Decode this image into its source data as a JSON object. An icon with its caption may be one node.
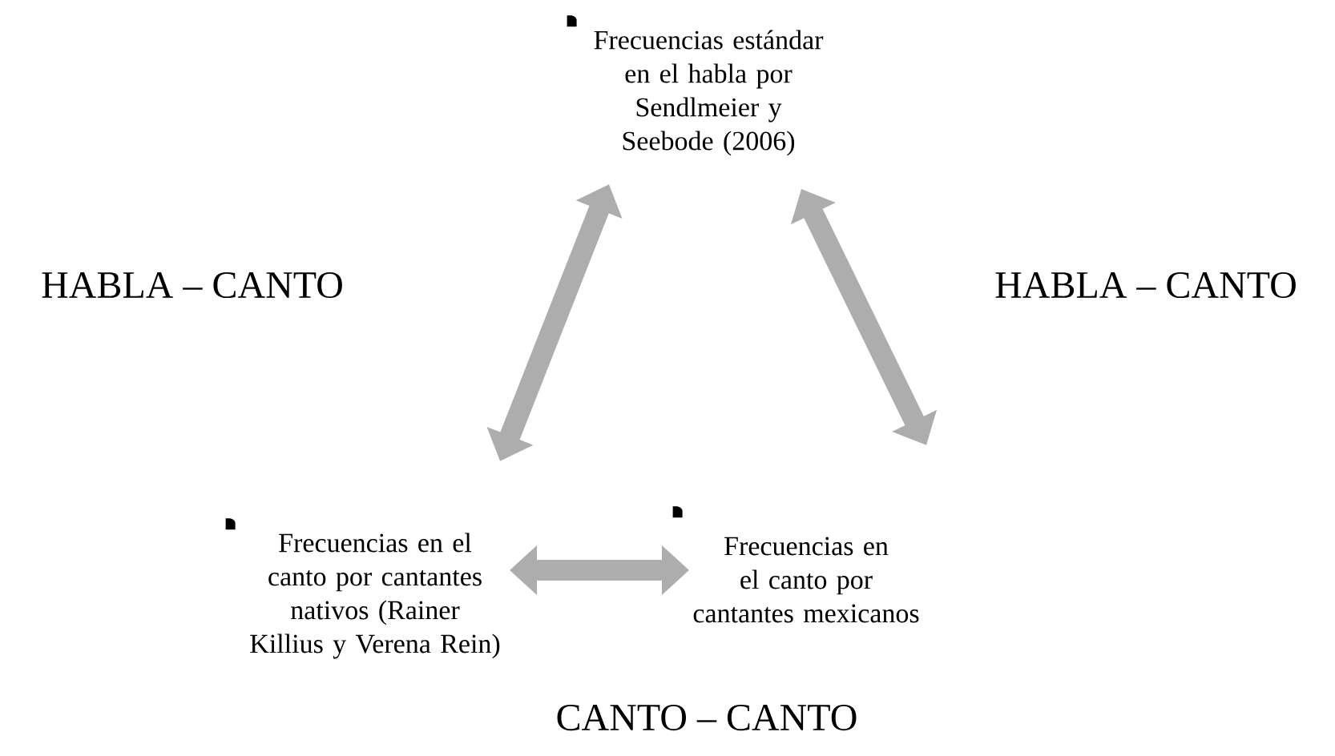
{
  "diagram": {
    "nodes": [
      {
        "text": [
          "Frecuencias estándar en el habla por Sendlmeier y Seebode (2006)"
        ]
      },
      {
        "text": [
          "Frecuencias en el canto por cantantes nativos (Rainer Killius y Verena Rein)"
        ]
      },
      {
        "text": [
          "Frecuencias en el canto por cantantes mexicanos"
        ]
      }
    ],
    "edges": [
      {
        "from": 0,
        "to": 1,
        "arrow": "both"
      },
      {
        "from": 0,
        "to": 2,
        "arrow": "both"
      },
      {
        "from": 1,
        "to": 2,
        "arrow": "both"
      }
    ],
    "labels": [
      "HABLA – CANTO",
      "HABLA – CANTO",
      "CANTO – CANTO"
    ]
  }
}
